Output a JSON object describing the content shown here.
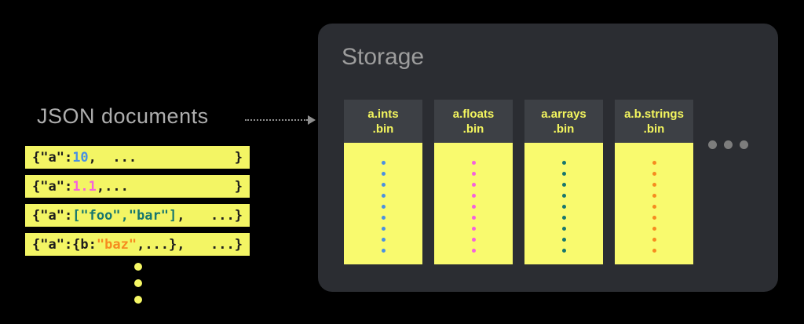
{
  "left_panel": {
    "title": "JSON documents",
    "documents": [
      {
        "pre": "{\"a\":",
        "value": "10",
        "post": ",  ...",
        "close": "}",
        "value_color": "#4a90e2"
      },
      {
        "pre": "{\"a\":",
        "value": "1.1",
        "post": ",...",
        "close": "}",
        "value_color": "#f562dd"
      },
      {
        "pre": "{\"a\":",
        "value": "[\"foo\",\"bar\"]",
        "post": ",",
        "close": "...}",
        "value_color": "#17766e"
      },
      {
        "pre": "{\"a\":{b:",
        "value": "\"baz\"",
        "post": ",...},",
        "close": "...}",
        "value_color": "#f68b1f"
      }
    ],
    "more_docs_indicator": {
      "dot_count": 3,
      "dot_color": "#f6f765"
    }
  },
  "arrow": {
    "direction": "right",
    "style": "dotted",
    "color": "#8f8f8f"
  },
  "storage": {
    "title": "Storage",
    "files": [
      {
        "label_line1": "a.ints",
        "label_line2": ".bin",
        "dot_count": 9,
        "dot_color": "#4a90e2"
      },
      {
        "label_line1": "a.floats",
        "label_line2": ".bin",
        "dot_count": 9,
        "dot_color": "#f562dd"
      },
      {
        "label_line1": "a.arrays",
        "label_line2": ".bin",
        "dot_count": 9,
        "dot_color": "#17766e"
      },
      {
        "label_line1": "a.b.strings",
        "label_line2": ".bin",
        "dot_count": 9,
        "dot_color": "#f68b1f"
      }
    ],
    "more_files_indicator": {
      "dot_count": 3,
      "dot_color": "#7d7d7d"
    }
  },
  "colors": {
    "background": "#000000",
    "storage_panel": "#2b2d32",
    "file_header": "#3d4045",
    "file_body_yellow": "#f9fa6e",
    "doc_box_yellow": "#f3f564",
    "title_gray": "#9d9d9d",
    "label_gray": "#aeaeae",
    "header_text_yellow": "#f3f55e",
    "code_text": "#1c1c1c"
  }
}
